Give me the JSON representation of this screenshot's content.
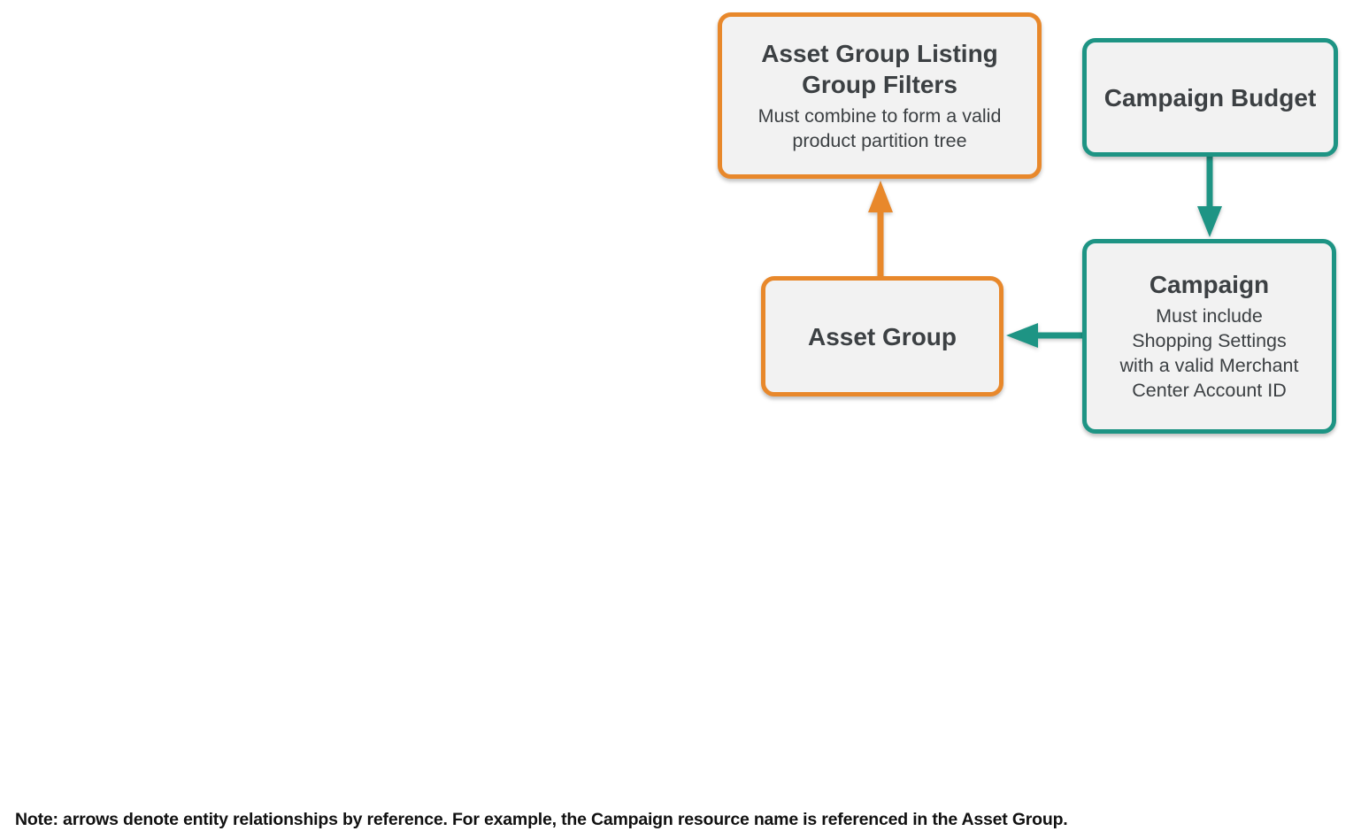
{
  "colors": {
    "orange": "#E8882B",
    "teal": "#1E9484",
    "box_bg": "#F2F2F2",
    "title_text": "#3C4043",
    "subtitle_text": "#3C4043",
    "note_text": "#111111"
  },
  "diagram": {
    "nodes": [
      {
        "title": "Asset Group Listing Group Filters",
        "subtitle": "Must combine to form a valid product partition tree",
        "accent": "orange"
      },
      {
        "title": "Campaign Budget",
        "subtitle": "",
        "accent": "teal"
      },
      {
        "title": "Campaign",
        "subtitle": "Must include Shopping Settings with a valid Merchant Center Account ID",
        "accent": "teal"
      },
      {
        "title": "Asset Group",
        "subtitle": "",
        "accent": "orange"
      }
    ],
    "edges": [
      {
        "from": "Asset Group",
        "to": "Asset Group Listing Group Filters",
        "accent": "orange"
      },
      {
        "from": "Campaign Budget",
        "to": "Campaign",
        "accent": "teal"
      },
      {
        "from": "Campaign",
        "to": "Asset Group",
        "accent": "teal"
      }
    ],
    "note": "Note: arrows denote entity relationships by reference. For example, the Campaign resource name is referenced in the Asset Group."
  }
}
